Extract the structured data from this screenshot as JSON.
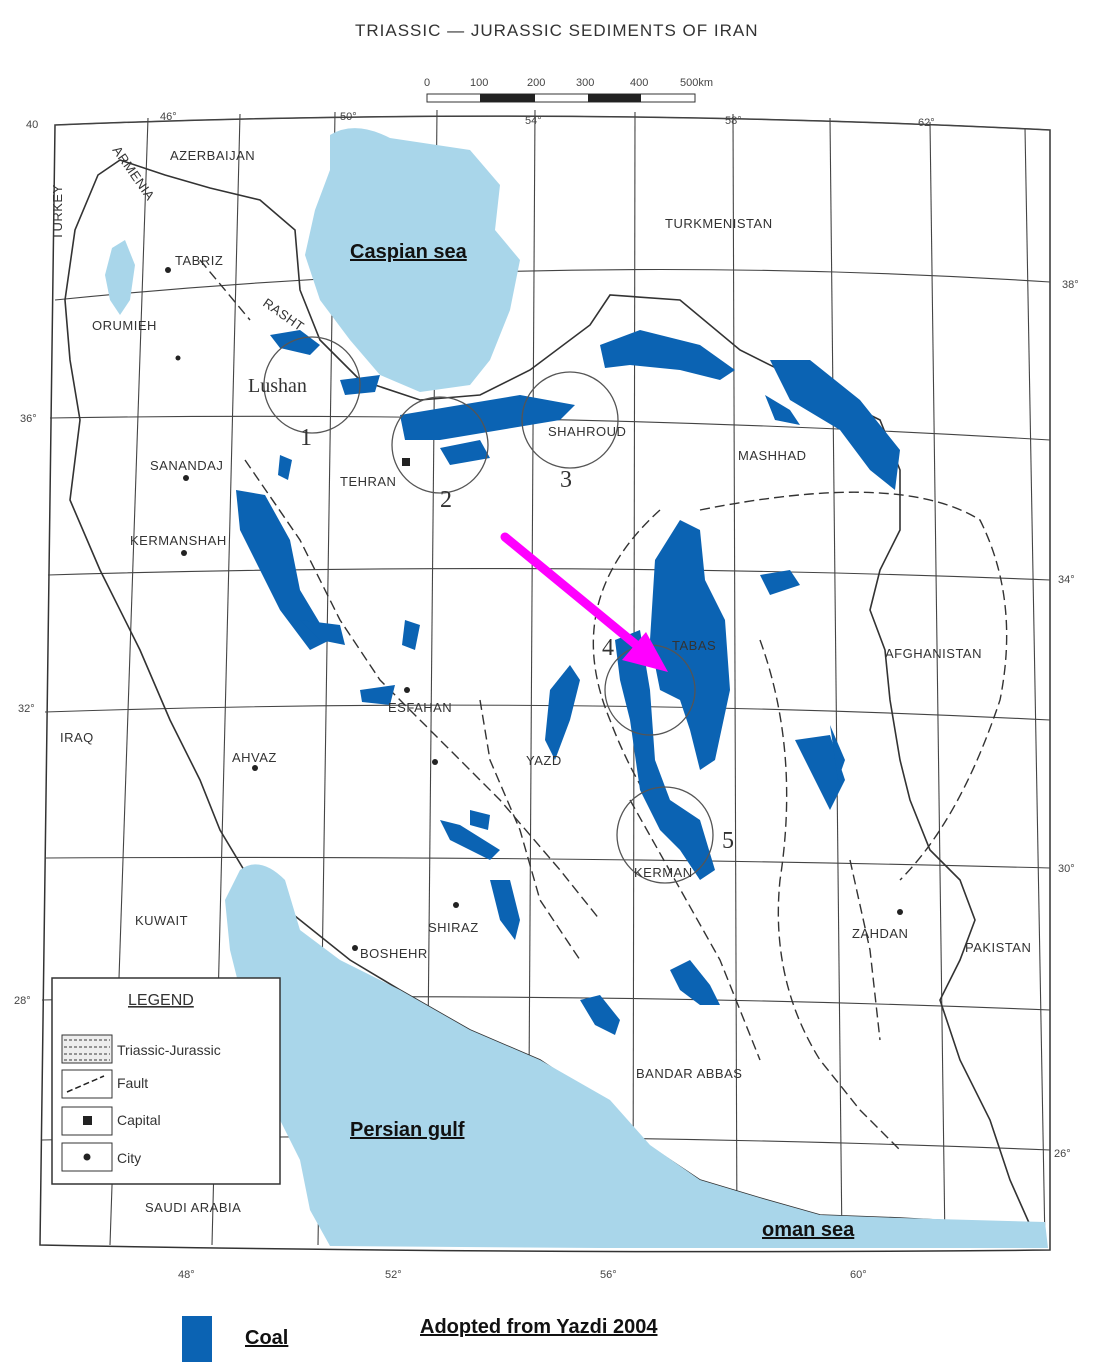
{
  "title": "TRIASSIC — JURASSIC SEDIMENTS OF IRAN",
  "scale_bar": {
    "ticks": [
      "0",
      "100",
      "200",
      "300",
      "400",
      "500km"
    ]
  },
  "longitude_labels_top": [
    "46°",
    "50°",
    "54°",
    "58°",
    "62°"
  ],
  "longitude_labels_bottom": [
    "48°",
    "52°",
    "56°",
    "60°"
  ],
  "latitude_labels_left": [
    "40",
    "36°",
    "32°",
    "28°"
  ],
  "latitude_labels_right": [
    "38°",
    "34°",
    "30°",
    "26°"
  ],
  "water_bodies": {
    "caspian": "Caspian sea",
    "persian_gulf": "Persian gulf",
    "oman_sea": "oman sea"
  },
  "countries": {
    "azerbaijan": "AZERBAIJAN",
    "armenia": "ARMENIA",
    "turkey": "TURKEY",
    "turkmenistan": "TURKMENISTAN",
    "afghanistan": "AFGHANISTAN",
    "pakistan": "PAKISTAN",
    "iraq": "IRAQ",
    "kuwait": "KUWAIT",
    "saudi_arabia": "SAUDI ARABIA"
  },
  "cities": {
    "tabriz": "TABRIZ",
    "orumieh": "ORUMIEH",
    "rasht": "RASHT",
    "lushan": "Lushan",
    "tehran": "TEHRAN",
    "shahroud": "SHAHROUD",
    "mashhad": "MASHHAD",
    "sananda": "SANANDAJ",
    "kermanshah": "KERMANSHAH",
    "esfahan": "ESFAHAN",
    "ahvaz": "AHVAZ",
    "yazd": "YAZD",
    "tabas": "TABAS",
    "kerman": "KERMAN",
    "shiraz": "SHIRAZ",
    "boshehr": "BOSHEHR",
    "bandar_abbas": "BANDAR ABBAS",
    "zahdan": "ZAHDAN"
  },
  "area_numbers": [
    "1",
    "2",
    "3",
    "4",
    "5"
  ],
  "legend": {
    "title": "LEGEND",
    "items": [
      "Triassic-Jurassic",
      "Fault",
      "Capital",
      "City"
    ]
  },
  "coal_key": "Coal",
  "credit": "Adopted from Yazdi 2004",
  "colors": {
    "coal": "#0b63b3",
    "water": "#a9d6ea",
    "arrow": "#ff00ff"
  }
}
